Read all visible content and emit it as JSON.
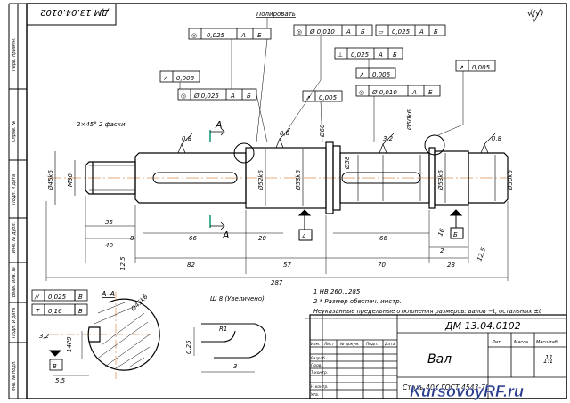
{
  "title_block": {
    "code_top": "ДМ 13.04.0102",
    "code_main": "ДМ 13.04.0102",
    "part_name": "Вал",
    "material": "Сталь 40Х ГОСТ 4543-71",
    "scale": "1:1",
    "mass": "",
    "sheet": "11",
    "hdr_lit": "Лит.",
    "hdr_mass": "Масса",
    "hdr_scale": "Масштаб"
  },
  "side_labels": [
    "Перв. примен.",
    "Справ. №",
    "Подп. и дата",
    "Инв. № дубл.",
    "Взам. инв. №",
    "Подп. и дата",
    "Инв. № подл."
  ],
  "tech_requirements": [
    "1 НВ 260...285",
    "2 * Размер обеспеч. инстр.",
    "Неуказанные предельные отклонения размеров: валов −t, остальных ±t"
  ],
  "roughness_general": "√(√)",
  "polish_note": "Полировать",
  "chamfer_note": "2×45° 2 фаски",
  "tolerances": [
    {
      "sym": "◎",
      "val": "0,025",
      "base": "А",
      "base2": "Б"
    },
    {
      "sym": "◎",
      "val": "Ø 0,010",
      "base": "А",
      "base2": "Б"
    },
    {
      "sym": "⏥",
      "val": "0,025",
      "base": "А",
      "base2": "Б"
    },
    {
      "sym": "⊥",
      "val": "0,025",
      "base": "А",
      "base2": "Б"
    },
    {
      "sym": "↗",
      "val": "0,006",
      "base": "",
      "base2": ""
    },
    {
      "sym": "◎",
      "val": "Ø 0,025",
      "base": "А",
      "base2": "Б"
    },
    {
      "sym": "↗",
      "val": "0,005",
      "base": "",
      "base2": ""
    },
    {
      "sym": "↗",
      "val": "0,006",
      "base": "",
      "base2": ""
    },
    {
      "sym": "◎",
      "val": "Ø 0,010",
      "base": "А",
      "base2": "Б"
    },
    {
      "sym": "↗",
      "val": "0,005",
      "base": "",
      "base2": ""
    }
  ],
  "diameters": [
    "Ø45k6",
    "M30",
    "Ø52k6",
    "Ø53k6",
    "Ø60",
    "Ø58",
    "Ø50k6",
    "Ø53k6",
    "Ø50k6"
  ],
  "dims": {
    "d35": "35",
    "d40": "40",
    "d8": "8",
    "d66a": "66",
    "d20": "20",
    "d66b": "66",
    "d2": "2",
    "d125a": "12,5",
    "d82": "82",
    "d57": "57",
    "d70": "70",
    "d28": "28",
    "d287": "287",
    "d16": "16",
    "d125b": "12,5"
  },
  "roughness": [
    "0,8",
    "0,8",
    "3,2",
    "0,8"
  ],
  "datums": {
    "a": "А",
    "b": "Б"
  },
  "section_labels": {
    "aa": "А–А",
    "cut": "А"
  },
  "section": {
    "d": "Ø45k6",
    "r1": "3,2",
    "w": "14P9",
    "depth": "5,5",
    "tol1": "0,025",
    "tol1_base": "В",
    "tol2": "0,16",
    "tol2_base": "В",
    "datum": "В",
    "tol2_sym": "Т"
  },
  "detail": {
    "label": "Ш 8 (Увеличено)",
    "r": "R1",
    "w": "0,25",
    "d": "3"
  },
  "table_headers": [
    "Изм.",
    "Лист",
    "№ докум.",
    "Подп.",
    "Дата"
  ],
  "roles": [
    "Разраб.",
    "Пров.",
    "Т.контр.",
    "Н.контр.",
    "Утв."
  ],
  "watermark": "KursovoyRF.ru"
}
